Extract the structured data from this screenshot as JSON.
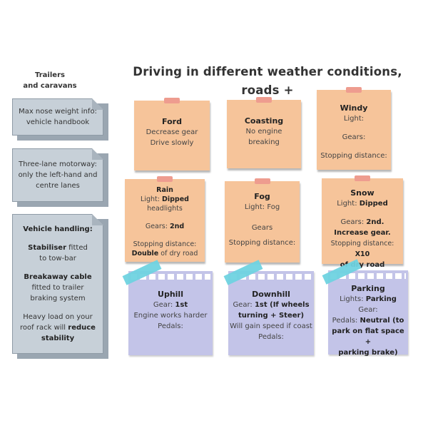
{
  "sidebar": {
    "title_line1": "Trailers",
    "title_line2": "and caravans",
    "nose_weight": [
      "Max nose weight info:",
      "vehicle handbook"
    ],
    "motorway": [
      "Three-lane motorway:",
      "only the left-hand and",
      "centre lanes"
    ],
    "handling": {
      "heading": "Vehicle handling:",
      "stabiliser_bold": "Stabiliser",
      "stabiliser_rest": " fitted",
      "stabiliser_line2": "to  tow-bar",
      "breakaway_bold": "Breakaway cable",
      "breakaway_line2": "fitted to  trailer",
      "breakaway_line3": "braking system",
      "roof_line1": "Heavy load on your",
      "roof_line2_pre": "roof rack will ",
      "roof_line2_bold": "reduce",
      "roof_line3_bold": "stability"
    }
  },
  "main_title_line1": "Driving in different weather conditions, roads +",
  "main_title_line2": "parking",
  "notes": {
    "ford": {
      "title": "Ford",
      "line1": "Decrease gear",
      "line2": "Drive slowly"
    },
    "coasting": {
      "title": "Coasting",
      "line1": "No engine",
      "line2": "breaking"
    },
    "windy": {
      "title": "Windy",
      "light": "Light:",
      "gears": "Gears:",
      "stopping": "Stopping distance:"
    },
    "rain": {
      "title": "Rain",
      "light_label": "Light: ",
      "light_bold": "Dipped",
      "light_line2": "headlights",
      "gears_label": "Gears: ",
      "gears_bold": "2nd",
      "stop_label": "Stopping distance:",
      "stop_bold": "Double",
      "stop_rest": " of dry road"
    },
    "fog": {
      "title": "Fog",
      "light": "Light: Fog",
      "gears": "Gears",
      "stopping": "Stopping distance:"
    },
    "snow": {
      "title": "Snow",
      "light_label": "Light: ",
      "light_bold": "Dipped",
      "gears_label": "Gears: ",
      "gears_bold": "2nd.",
      "gears_bold2": "Increase gear.",
      "stop_label": "Stopping distance: ",
      "stop_bold": "X10",
      "stop_bold2": "of dry road"
    },
    "uphill": {
      "title": "Uphill",
      "gear_label": "Gear: ",
      "gear_bold": "1st",
      "line2": "Engine works harder",
      "pedals": "Pedals:"
    },
    "downhill": {
      "title": "Downhill",
      "gear_label": "Gear: ",
      "gear_bold": "1st (If wheels",
      "gear_bold2": "turning + Steer)",
      "line2": "Will gain speed if coast",
      "pedals": "Pedals:"
    },
    "parking": {
      "title": "Parking",
      "lights_label": "Lights: ",
      "lights_bold": "Parking",
      "gear": "Gear:",
      "pedals_label": "Pedals: ",
      "pedals_bold": "Neutral (to",
      "pedals_bold2": "park on flat space +",
      "pedals_bold3": "parking brake)"
    }
  },
  "colors": {
    "orange_note": "#f6c49a",
    "purple_note": "#c3c4e8",
    "grey_doc": "#c7d0d8",
    "tape_pink": "#ee9c8f",
    "tape_cyan": "#6fd3e0"
  }
}
